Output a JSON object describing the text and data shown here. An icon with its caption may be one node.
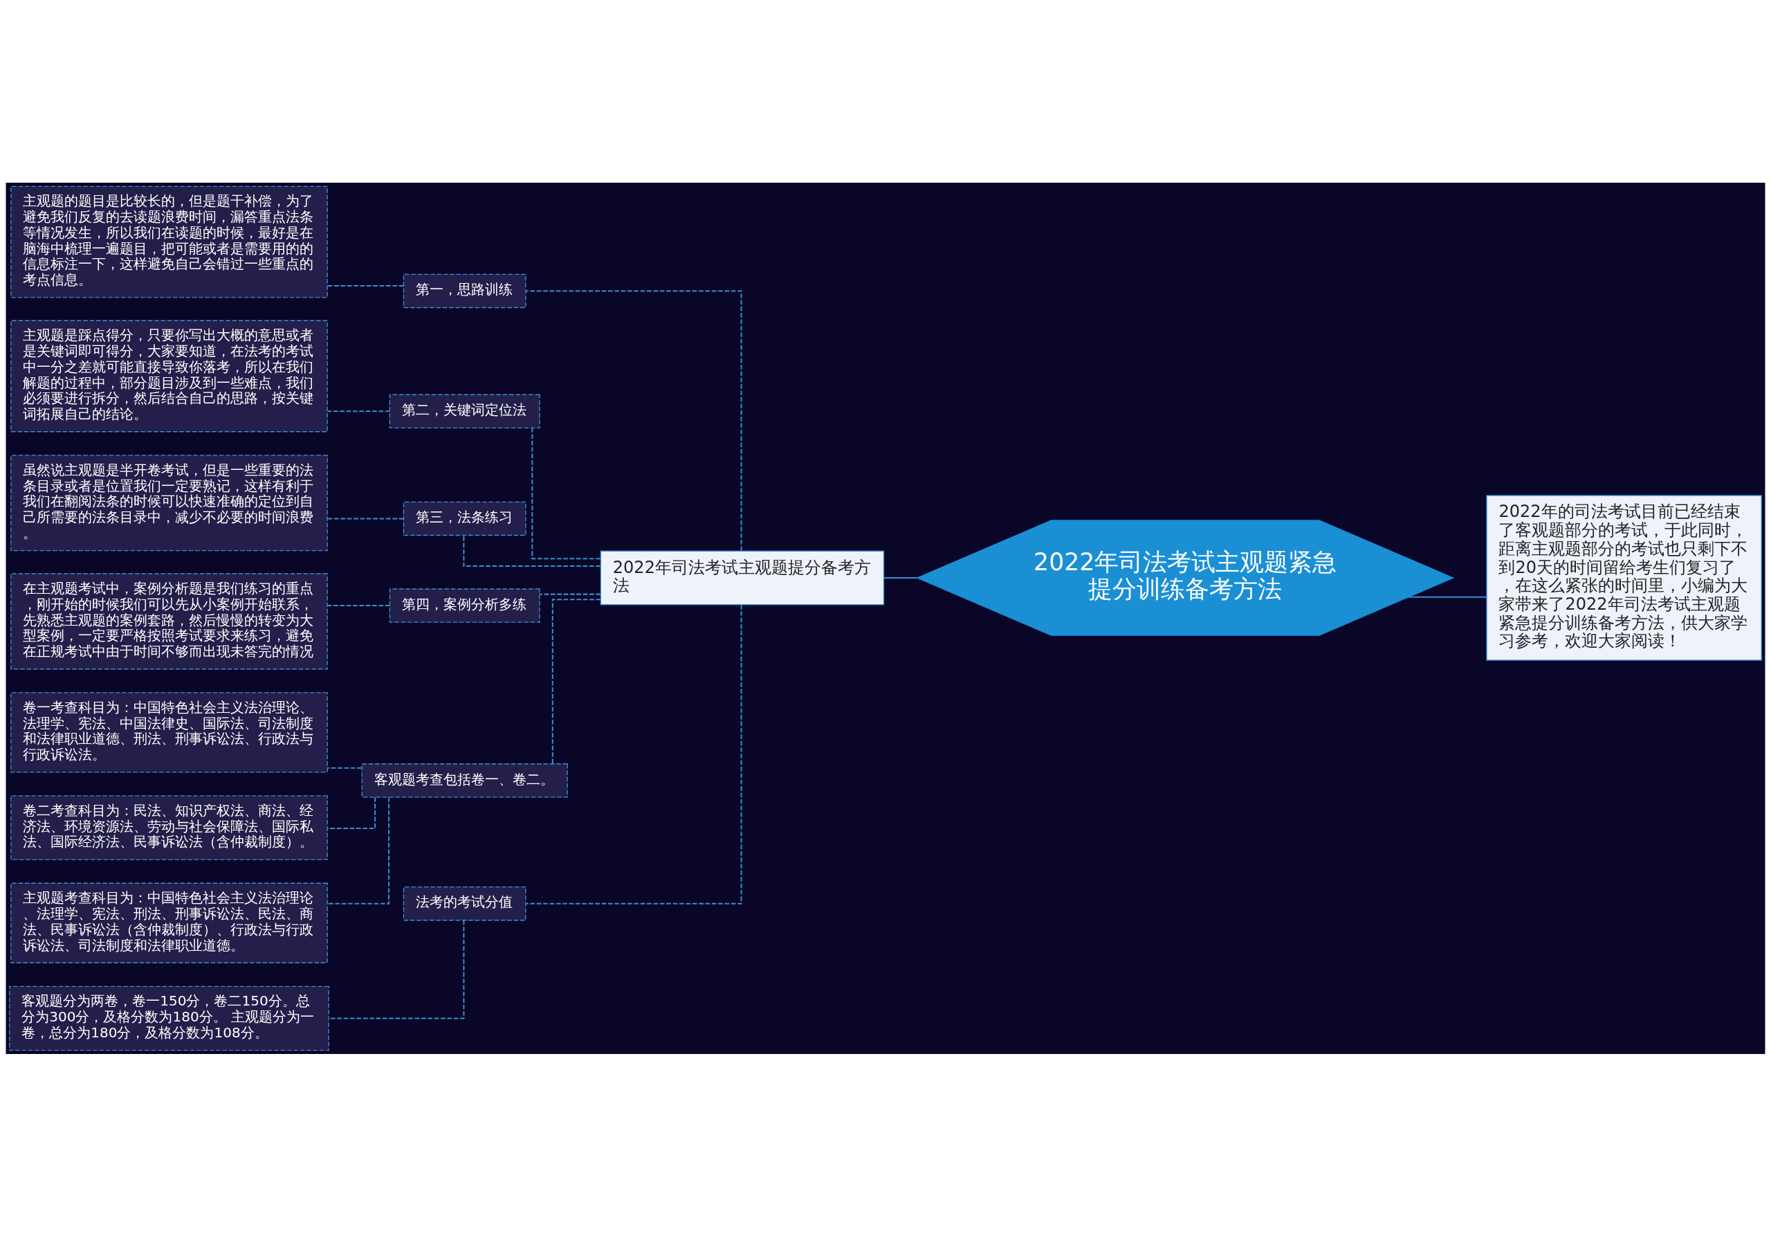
{
  "diagram": {
    "nodes": [
      {
        "text": [
          "2022年司法考试主观题紧急提分训练备考方法"
        ]
      },
      {
        "text": [
          "2022年的司法考试目前已经结束了客观题部分的考试，于此同时，距离主观题部分的考试也只剩下不到20天的时间留给考生们复习了，在这么紧张的时间里，小编为大家带来了2022年司法考试主观题紧急提分训练备考方法，供大家学习参考，欢迎大家阅读！"
        ]
      },
      {
        "text": [
          "2022年司法考试主观题提分备考方法"
        ]
      },
      {
        "text": [
          "第一，思路训练"
        ]
      },
      {
        "text": [
          "主观题的题目是比较长的，但是题干补偿，为了避免我们反复的去读题浪费时间，漏答重点法条等情况发生，所以我们在读题的时候，最好是在脑海中梳理一遍题目，把可能或者是需要用的的信息标注一下，这样避免自己会错过一些重点的考点信息。"
        ]
      },
      {
        "text": [
          "第二，关键词定位法"
        ]
      },
      {
        "text": [
          "主观题是踩点得分，只要你写出大概的意思或者是关键词即可得分，大家要知道，在法考的考试中一分之差就可能直接导致你落考，所以在我们解题的过程中，部分题目涉及到一些难点，我们必须要进行拆分，然后结合自己的思路，按关键词拓展自己的结论。"
        ]
      },
      {
        "text": [
          "第三，法条练习"
        ]
      },
      {
        "text": [
          "虽然说主观题是半开卷考试，但是一些重要的法条目录或者是位置我们一定要熟记，这样有利于我们在翻阅法条的时候可以快速准确的定位到自己所需要的法条目录中，减少不必要的时间浪费。"
        ]
      },
      {
        "text": [
          "第四，案例分析多练"
        ]
      },
      {
        "text": [
          "在主观题考试中，案例分析题是我们练习的重点，刚开始的时候我们可以先从小案例开始联系，先熟悉主观题的案例套路，然后慢慢的转变为大型案例，一定要严格按照考试要求来练习，避免在正规考试中由于时间不够而出现未答完的情况"
        ]
      },
      {
        "text": [
          "客观题考查包括卷一、卷二。"
        ]
      },
      {
        "text": [
          "卷一考查科目为：中国特色社会主义法治理论、法理学、宪法、中国法律史、国际法、司法制度和法律职业道德、刑法、刑事诉讼法、行政法与行政诉讼法。"
        ]
      },
      {
        "text": [
          "卷二考查科目为：民法、知识产权法、商法、经济法、环境资源法、劳动与社会保障法、国际私法、国际经济法、民事诉讼法（含仲裁制度）。"
        ]
      },
      {
        "text": [
          "主观题考查科目为：中国特色社会主义法治理论、法理学、宪法、刑法、刑事诉讼法、民法、商法、民事诉讼法（含仲裁制度）、行政法与行政诉讼法、司法制度和法律职业道德。"
        ]
      },
      {
        "text": [
          "法考的考试分值"
        ]
      },
      {
        "text": [
          "客观题分为两卷，卷一150分，卷二150分。总分为300分，及格分数为180分。 主观题分为一卷，总分为180分，及格分数为108分。"
        ]
      }
    ],
    "edges": [
      {
        "from": 0,
        "to": 1,
        "arrow": "none"
      },
      {
        "from": 0,
        "to": 2,
        "arrow": "none"
      },
      {
        "from": 2,
        "to": 3,
        "arrow": "none",
        "style": "dashed"
      },
      {
        "from": 3,
        "to": 4,
        "arrow": "none",
        "style": "dashed"
      },
      {
        "from": 2,
        "to": 5,
        "arrow": "none",
        "style": "dashed"
      },
      {
        "from": 5,
        "to": 6,
        "arrow": "none",
        "style": "dashed"
      },
      {
        "from": 2,
        "to": 7,
        "arrow": "none",
        "style": "dashed"
      },
      {
        "from": 7,
        "to": 8,
        "arrow": "none",
        "style": "dashed"
      },
      {
        "from": 2,
        "to": 9,
        "arrow": "none",
        "style": "dashed"
      },
      {
        "from": 9,
        "to": 10,
        "arrow": "none",
        "style": "dashed"
      },
      {
        "from": 2,
        "to": 11,
        "arrow": "none",
        "style": "dashed"
      },
      {
        "from": 11,
        "to": 12,
        "arrow": "none",
        "style": "dashed"
      },
      {
        "from": 11,
        "to": 13,
        "arrow": "none",
        "style": "dashed"
      },
      {
        "from": 11,
        "to": 14,
        "arrow": "none",
        "style": "dashed"
      },
      {
        "from": 2,
        "to": 15,
        "arrow": "none",
        "style": "dashed"
      },
      {
        "from": 15,
        "to": 16,
        "arrow": "none",
        "style": "dashed"
      }
    ]
  }
}
